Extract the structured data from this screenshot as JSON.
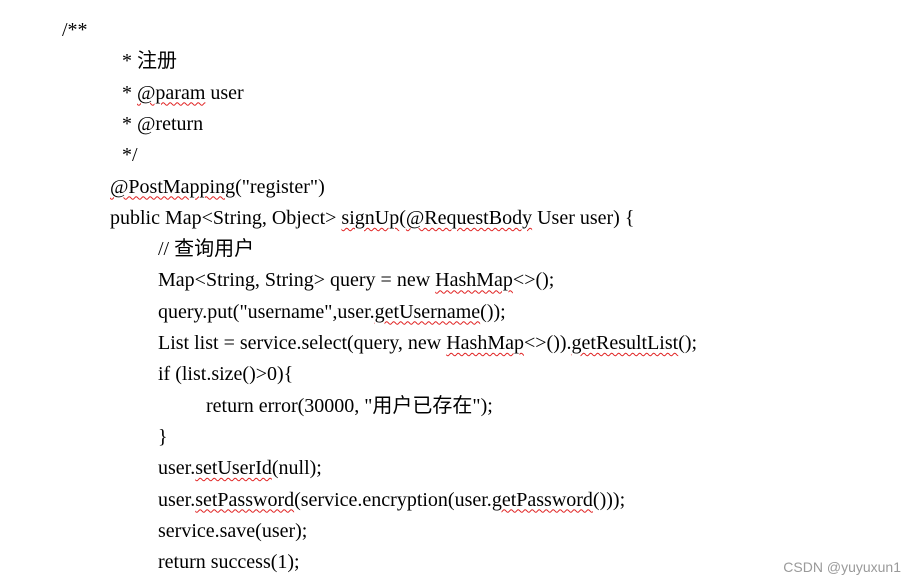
{
  "document": {
    "lines": [
      {
        "indent": 0,
        "segments": [
          {
            "text": "/**",
            "sq": false
          }
        ]
      },
      {
        "indent": 1,
        "segments": [
          {
            "text": "* 注册",
            "sq": false
          }
        ]
      },
      {
        "indent": 1,
        "segments": [
          {
            "text": "* ",
            "sq": false
          },
          {
            "text": "@param",
            "sq": true
          },
          {
            "text": " user",
            "sq": false
          }
        ]
      },
      {
        "indent": 1,
        "segments": [
          {
            "text": "* @return",
            "sq": false
          }
        ]
      },
      {
        "indent": 1,
        "segments": [
          {
            "text": "*/",
            "sq": false
          }
        ]
      },
      {
        "indent": 2,
        "segments": [
          {
            "text": "@PostMapping",
            "sq": true
          },
          {
            "text": "(\"register\")",
            "sq": false
          }
        ]
      },
      {
        "indent": 2,
        "segments": [
          {
            "text": "public Map<String, Object> ",
            "sq": false
          },
          {
            "text": "signUp",
            "sq": true
          },
          {
            "text": "(",
            "sq": false
          },
          {
            "text": "@RequestBody",
            "sq": true
          },
          {
            "text": " User user) {",
            "sq": false
          }
        ]
      },
      {
        "indent": 3,
        "segments": [
          {
            "text": "// 查询用户",
            "sq": false
          }
        ]
      },
      {
        "indent": 3,
        "segments": [
          {
            "text": "Map<String, String> query = new ",
            "sq": false
          },
          {
            "text": "HashMap",
            "sq": true
          },
          {
            "text": "<>();",
            "sq": false
          }
        ]
      },
      {
        "indent": 3,
        "segments": [
          {
            "text": "query.put(\"username\",user.",
            "sq": false
          },
          {
            "text": "getUsername",
            "sq": true
          },
          {
            "text": "());",
            "sq": false
          }
        ]
      },
      {
        "indent": 3,
        "segments": [
          {
            "text": "List list = service.select(query, new ",
            "sq": false
          },
          {
            "text": "HashMap",
            "sq": true
          },
          {
            "text": "<>()).",
            "sq": false
          },
          {
            "text": "getResultList",
            "sq": true
          },
          {
            "text": "();",
            "sq": false
          }
        ]
      },
      {
        "indent": 3,
        "segments": [
          {
            "text": "if (list.size()>0){",
            "sq": false
          }
        ]
      },
      {
        "indent": 4,
        "segments": [
          {
            "text": "return error(30000, \"用户已存在\");",
            "sq": false
          }
        ]
      },
      {
        "indent": 3,
        "segments": [
          {
            "text": "}",
            "sq": false
          }
        ]
      },
      {
        "indent": 3,
        "segments": [
          {
            "text": "user.",
            "sq": false
          },
          {
            "text": "setUserId",
            "sq": true
          },
          {
            "text": "(null);",
            "sq": false
          }
        ]
      },
      {
        "indent": 3,
        "segments": [
          {
            "text": "user.",
            "sq": false
          },
          {
            "text": "setPassword",
            "sq": true
          },
          {
            "text": "(service.encryption(user.",
            "sq": false
          },
          {
            "text": "getPassword",
            "sq": true
          },
          {
            "text": "()));",
            "sq": false
          }
        ]
      },
      {
        "indent": 3,
        "segments": [
          {
            "text": "service.save(user);",
            "sq": false
          }
        ]
      },
      {
        "indent": 3,
        "segments": [
          {
            "text": "return success(1);",
            "sq": false
          }
        ]
      }
    ]
  },
  "watermark": "CSDN @yuyuxun1",
  "colors": {
    "spellcheck_underline": "#e02020",
    "watermark": "#9a9a9a",
    "text": "#000000"
  }
}
